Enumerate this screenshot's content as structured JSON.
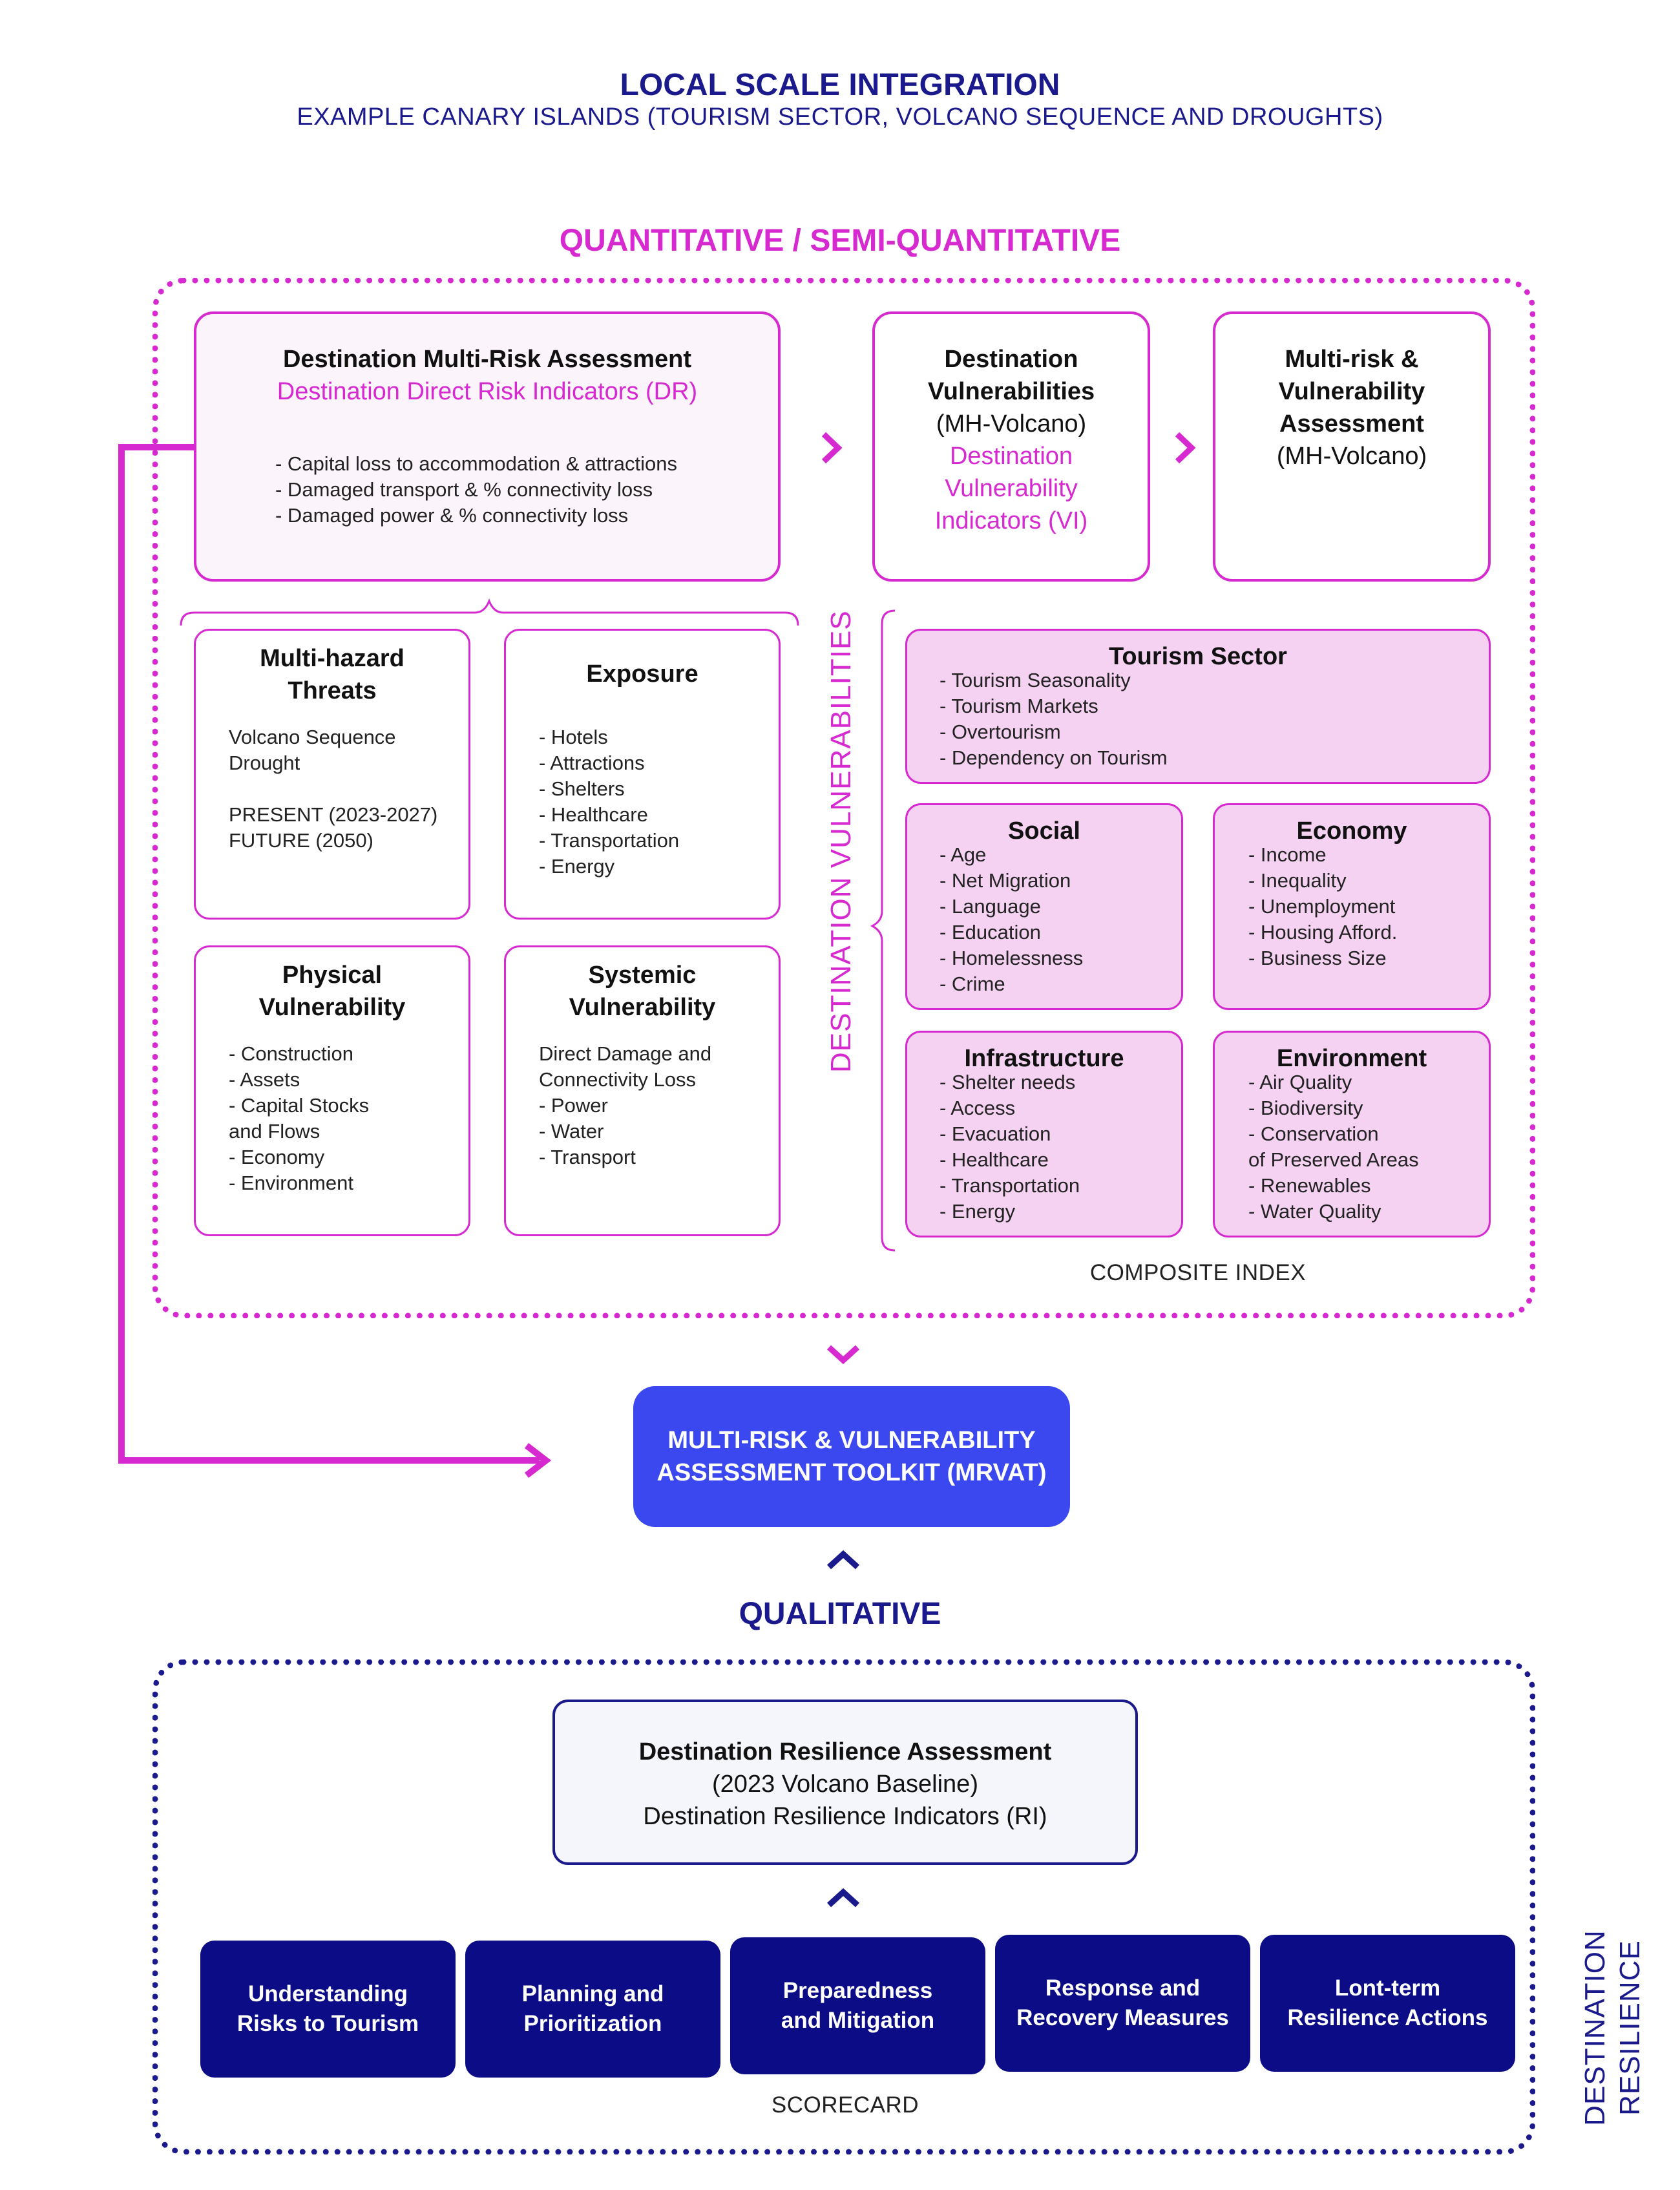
{
  "header": {
    "title": "LOCAL SCALE INTEGRATION",
    "subtitle": "EXAMPLE CANARY ISLANDS (TOURISM SECTOR, VOLCANO SEQUENCE AND DROUGHTS)"
  },
  "quantitative": {
    "label": "QUANTITATIVE / SEMI-QUANTITATIVE",
    "dmra": {
      "title": "Destination Multi-Risk Assessment",
      "subtitle": "Destination Direct Risk Indicators (DR)",
      "items": "- Capital loss to accommodation & attractions\n- Damaged transport & % connectivity loss\n- Damaged power & % connectivity loss"
    },
    "dv": {
      "line1": "Destination",
      "line2": "Vulnerabilities",
      "line3": "(MH-Volcano)",
      "line4": "Destination",
      "line5": "Vulnerability",
      "line6": "Indicators (VI)"
    },
    "mrva": {
      "line1": "Multi-risk &",
      "line2": "Vulnerability",
      "line3": "Assessment",
      "line4": "(MH-Volcano)"
    },
    "threats": {
      "title_1": "Multi-hazard",
      "title_2": "Threats",
      "items": "Volcano Sequence\nDrought\n\nPRESENT (2023-2027)\nFUTURE (2050)"
    },
    "exposure": {
      "title": "Exposure",
      "items": "- Hotels\n- Attractions\n- Shelters\n- Healthcare\n- Transportation\n- Energy"
    },
    "physical": {
      "title_1": "Physical",
      "title_2": "Vulnerability",
      "items": "- Construction\n- Assets\n- Capital Stocks\n   and Flows\n- Economy\n- Environment"
    },
    "systemic": {
      "title_1": "Systemic",
      "title_2": "Vulnerability",
      "items": "Direct Damage and\nConnectivity Loss\n- Power\n- Water\n- Transport"
    },
    "vertical_label": "DESTINATION VULNERABILITIES",
    "tourism": {
      "title": "Tourism Sector",
      "items": "- Tourism Seasonality\n- Tourism Markets\n- Overtourism\n- Dependency on Tourism"
    },
    "social": {
      "title": "Social",
      "items": "- Age\n- Net Migration\n- Language\n- Education\n- Homelessness\n- Crime"
    },
    "economy": {
      "title": "Economy",
      "items": "- Income\n- Inequality\n- Unemployment\n- Housing Afford.\n- Business Size"
    },
    "infrastructure": {
      "title": "Infrastructure",
      "items": "- Shelter needs\n- Access\n- Evacuation\n- Healthcare\n- Transportation\n- Energy"
    },
    "environment": {
      "title": "Environment",
      "items": "- Air Quality\n- Biodiversity\n- Conservation\n   of Preserved Areas\n- Renewables\n- Water Quality"
    },
    "composite": "COMPOSITE INDEX"
  },
  "toolkit": {
    "line1": "MULTI-RISK & VULNERABILITY",
    "line2": "ASSESSMENT TOOLKIT (MRVAT)"
  },
  "qualitative": {
    "label": "QUALITATIVE",
    "resilience": {
      "title": "Destination  Resilience Assessment",
      "baseline": "(2023 Volcano Baseline)",
      "indicators": "Destination Resilience Indicators (RI)"
    },
    "scorecard_items": [
      {
        "line1": "Understanding",
        "line2": "Risks to Tourism"
      },
      {
        "line1": "Planning and",
        "line2": "Prioritization"
      },
      {
        "line1": "Preparedness",
        "line2": "and Mitigation"
      },
      {
        "line1": "Response and",
        "line2": "Recovery Measures"
      },
      {
        "line1": "Lont-term",
        "line2": "Resilience Actions"
      }
    ],
    "scorecard": "SCORECARD",
    "vertical_1": "DESTINATION",
    "vertical_2": "RESILIENCE"
  },
  "colors": {
    "magenta": "#d62ad0",
    "navy": "#1b1a8c",
    "toolkit_blue": "#3b48f0",
    "scorecard_navy": "#0b0c86",
    "pink_fill": "#f5d2f2"
  }
}
